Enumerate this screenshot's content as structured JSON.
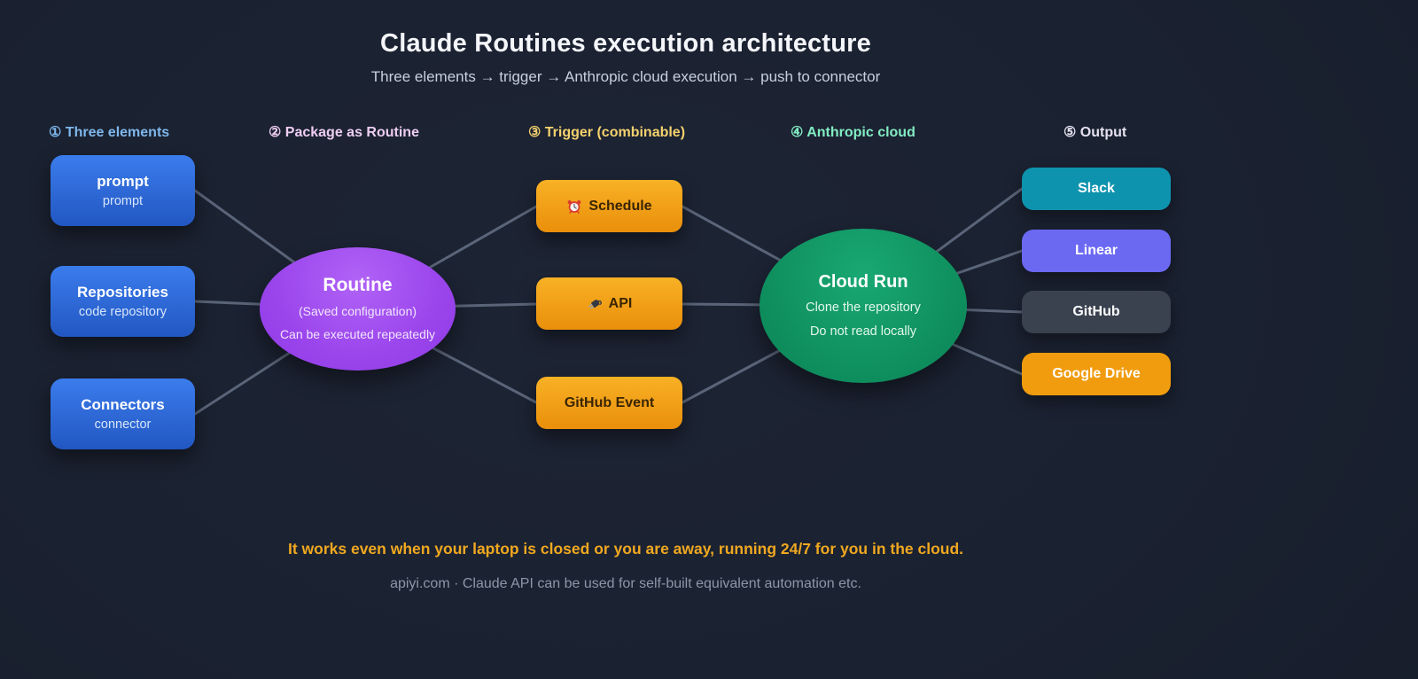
{
  "header": {
    "title": "Claude Routines execution architecture",
    "subtitle": "Three elements → trigger → Anthropic cloud execution → push to connector"
  },
  "columns": [
    {
      "label": "① Three elements",
      "color": "#7fb8ec"
    },
    {
      "label": "② Package as Routine",
      "color": "#eecdf2"
    },
    {
      "label": "③ Trigger (combinable)",
      "color": "#f5d26e"
    },
    {
      "label": "④ Anthropic cloud",
      "color": "#82ecc2"
    },
    {
      "label": "⑤ Output",
      "color": "#e6e2f0"
    }
  ],
  "elements": [
    {
      "title": "prompt",
      "subtitle": "prompt"
    },
    {
      "title": "Repositories",
      "subtitle": "code repository"
    },
    {
      "title": "Connectors",
      "subtitle": "connector"
    }
  ],
  "routine": {
    "title": "Routine",
    "line1": "(Saved configuration)",
    "line2": "Can be executed repeatedly"
  },
  "triggers": [
    {
      "icon": "alarm-clock",
      "label": "Schedule"
    },
    {
      "icon": "plug",
      "label": "API"
    },
    {
      "icon": "",
      "label": "GitHub Event"
    }
  ],
  "cloud": {
    "title": "Cloud Run",
    "line1": "Clone the repository",
    "line2": "Do not read locally"
  },
  "outputs": [
    {
      "label": "Slack",
      "color": "#0e93ae"
    },
    {
      "label": "Linear",
      "color": "#6b68f2"
    },
    {
      "label": "GitHub",
      "color": "#3a4250"
    },
    {
      "label": "Google Drive",
      "color": "#f09c0e"
    }
  ],
  "footer": {
    "highlight": "It works even when your laptop is closed or you are away, running 24/7 for you in the cloud.",
    "credit": "apiyi.com · Claude API can be used for self-built equivalent automation etc."
  },
  "colors": {
    "background": "#1a2130",
    "edge": "#657186",
    "element_box": "#2e6ade",
    "routine": "#9a45ec",
    "trigger": "#f2a118",
    "cloud": "#12996a",
    "highlight_text": "#f0a820"
  }
}
